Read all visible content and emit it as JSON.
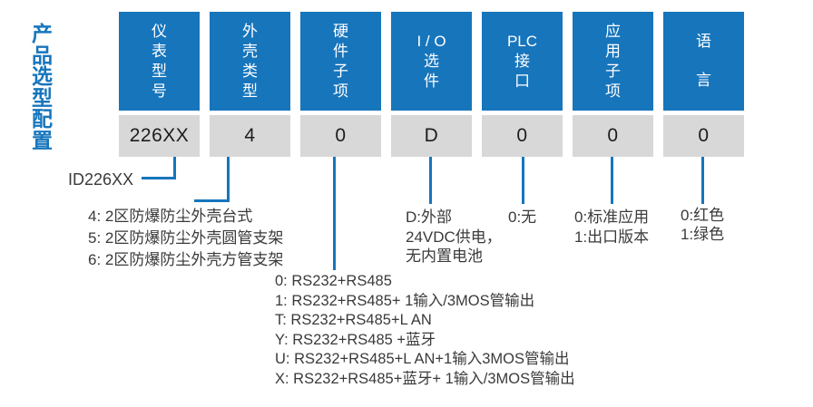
{
  "title": "产品选型配置",
  "colors": {
    "accent_blue": "#1775BC",
    "box_gray": "#D8D8D8"
  },
  "columns": [
    {
      "key": "instrument-model",
      "header_lines": [
        "仪",
        "表",
        "型",
        "号"
      ],
      "value": "226XX",
      "note_lines": [
        "ID226XX"
      ]
    },
    {
      "key": "enclosure-type",
      "header_lines": [
        "外",
        "壳",
        "类",
        "型"
      ],
      "value": "4",
      "note_lines": [
        "4: 2区防爆防尘外壳台式",
        "5: 2区防爆防尘外壳圆管支架",
        "6: 2区防爆防尘外壳方管支架"
      ]
    },
    {
      "key": "hardware-subitem",
      "header_lines": [
        "硬",
        "件",
        "子",
        "项"
      ],
      "value": "0",
      "note_lines": [
        "0: RS232+RS485",
        "1: RS232+RS485+ 1输入/3MOS管输出",
        "T: RS232+RS485+L AN",
        "Y: RS232+RS485 +蓝牙",
        "U: RS232+RS485+L AN+1输入3MOS管输出",
        "X: RS232+RS485+蓝牙+ 1输入/3MOS管输出"
      ]
    },
    {
      "key": "io-option",
      "header_lines": [
        "I / O",
        "选",
        "件"
      ],
      "value": "D",
      "note_lines": [
        "D:外部",
        "24VDC供电，",
        "无内置电池"
      ]
    },
    {
      "key": "plc-interface",
      "header_lines": [
        "PLC",
        "接",
        "口"
      ],
      "value": "0",
      "note_lines": [
        "0:无"
      ]
    },
    {
      "key": "application-subitem",
      "header_lines": [
        "应",
        "用",
        "子",
        "项"
      ],
      "value": "0",
      "note_lines": [
        "0:标准应用",
        "1:出口版本"
      ]
    },
    {
      "key": "language",
      "header_lines": [
        "语",
        "言"
      ],
      "value": "0",
      "note_lines": [
        "0:红色",
        "1:绿色"
      ]
    }
  ]
}
